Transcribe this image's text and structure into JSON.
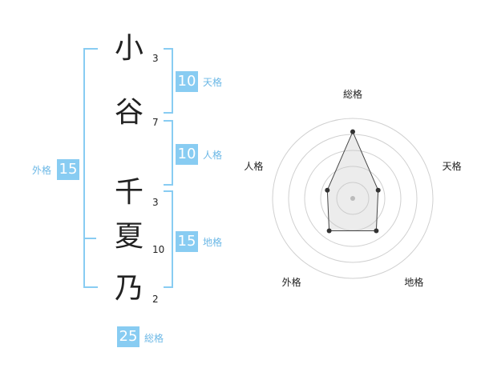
{
  "name": {
    "chars": [
      {
        "char": "小",
        "strokes": "3"
      },
      {
        "char": "谷",
        "strokes": "7"
      },
      {
        "char": "千",
        "strokes": "3"
      },
      {
        "char": "夏",
        "strokes": "10"
      },
      {
        "char": "乃",
        "strokes": "2"
      }
    ]
  },
  "kaku": {
    "tenkaku": {
      "value": "10",
      "label": "天格"
    },
    "jinkaku": {
      "value": "10",
      "label": "人格"
    },
    "chikaku": {
      "value": "15",
      "label": "地格"
    },
    "gaikaku": {
      "value": "15",
      "label": "外格"
    },
    "soukaku": {
      "value": "25",
      "label": "総格"
    }
  },
  "colors": {
    "accent": "#88ccf2",
    "label": "#6cb8e6",
    "text": "#222222"
  },
  "chart_data": {
    "type": "radar",
    "axes": [
      "総格",
      "天格",
      "地格",
      "外格",
      "人格"
    ],
    "values": [
      25,
      10,
      15,
      15,
      10
    ],
    "range": [
      0,
      30
    ],
    "rings": 5,
    "grid": true
  }
}
